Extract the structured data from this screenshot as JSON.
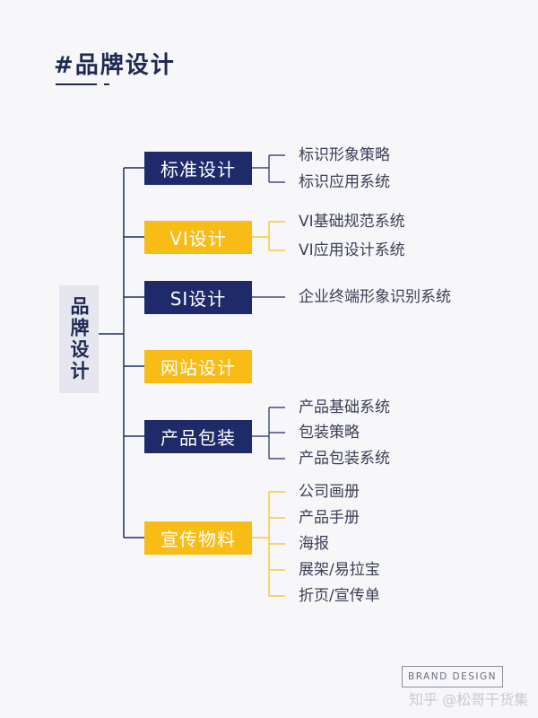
{
  "title": "#品牌设计",
  "root_label": "品牌设计",
  "branches": [
    {
      "label": "标准设计",
      "color": "navy",
      "leaves": [
        "标识形象策略",
        "标识应用系统"
      ]
    },
    {
      "label": "VI设计",
      "color": "yellow",
      "leaves": [
        "VI基础规范系统",
        "VI应用设计系统"
      ]
    },
    {
      "label": "SI设计",
      "color": "navy",
      "leaves": [
        "企业终端形象识别系统"
      ]
    },
    {
      "label": "网站设计",
      "color": "yellow",
      "leaves": []
    },
    {
      "label": "产品包装",
      "color": "navy",
      "leaves": [
        "产品基础系统",
        "包装策略",
        "产品包装系统"
      ]
    },
    {
      "label": "宣传物料",
      "color": "yellow",
      "leaves": [
        "公司画册",
        "产品手册",
        "海报",
        "展架/易拉宝",
        "折页/宣传单"
      ]
    }
  ],
  "footer": {
    "brand_tag": "BRAND DESIGN",
    "watermark": "知乎 @松哥干货集"
  },
  "colors": {
    "navy": "#1f2a6b",
    "yellow": "#f9bc17",
    "title": "#1f2a52",
    "navy_lines": "#1f2a6b",
    "yellow_lines": "#f9bc17"
  }
}
